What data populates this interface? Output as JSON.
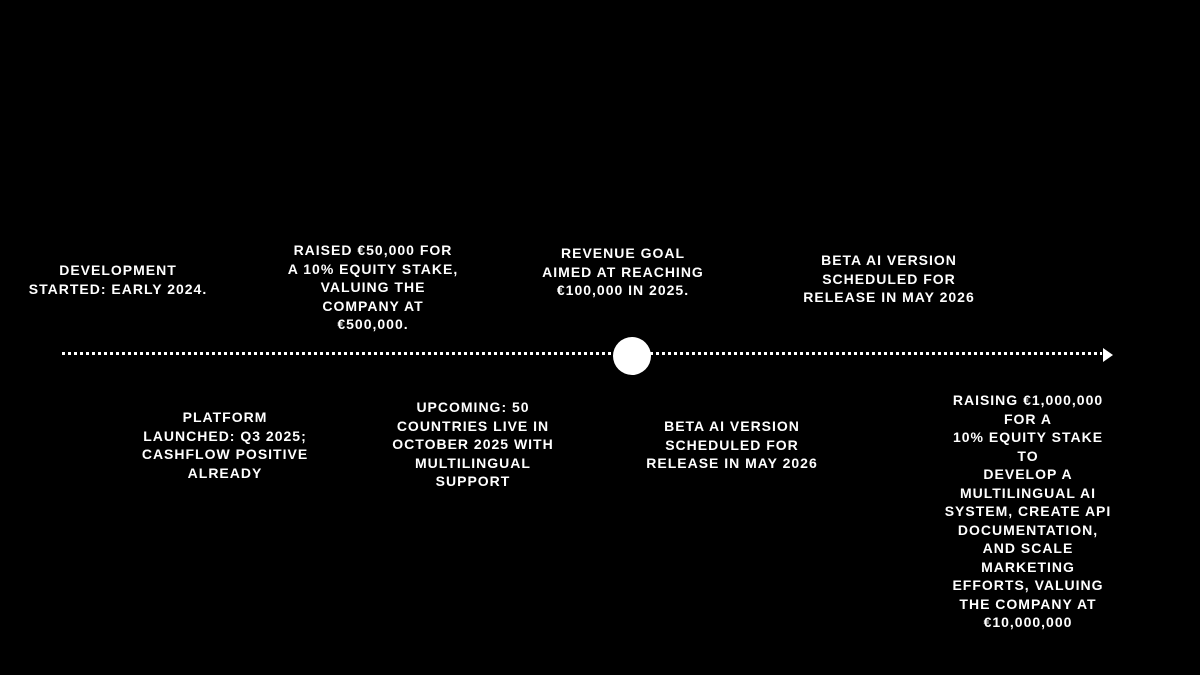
{
  "page": {
    "background": "#000000",
    "text_color": "#ffffff",
    "kind": "startup-milestone-timeline"
  },
  "timeline": {
    "axis": {
      "style": "dotted",
      "color": "#ffffff",
      "direction": "right"
    },
    "marker": {
      "shape": "circle",
      "color": "#ffffff"
    },
    "events_top": [
      {
        "text": "DEVELOPMENT\nSTARTED: EARLY 2024."
      },
      {
        "text": "RAISED €50,000 FOR\nA 10% EQUITY STAKE,\nVALUING THE\nCOMPANY AT\n€500,000."
      },
      {
        "text": "REVENUE GOAL\nAIMED AT REACHING\n€100,000 IN 2025."
      },
      {
        "text": "BETA AI VERSION\nSCHEDULED FOR\nRELEASE IN MAY 2026"
      }
    ],
    "events_bottom": [
      {
        "text": "PLATFORM\nLAUNCHED: Q3 2025;\nCASHFLOW POSITIVE\nALREADY"
      },
      {
        "text": "UPCOMING: 50\nCOUNTRIES LIVE IN\nOCTOBER 2025 WITH\nMULTILINGUAL\nSUPPORT"
      },
      {
        "text": "BETA AI VERSION\nSCHEDULED FOR\nRELEASE IN MAY 2026"
      },
      {
        "text": "RAISING €1,000,000 FOR A\n10% EQUITY STAKE TO\nDEVELOP A MULTILINGUAL AI\nSYSTEM, CREATE API\nDOCUMENTATION, AND SCALE\nMARKETING EFFORTS, VALUING\nTHE COMPANY AT €10,000,000"
      }
    ]
  }
}
